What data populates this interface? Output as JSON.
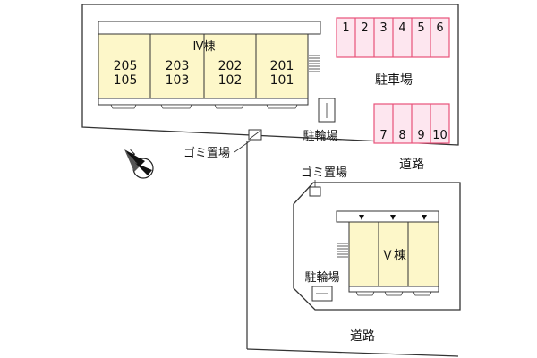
{
  "building_iv": {
    "label": "Ⅳ棟",
    "units": [
      {
        "upper": "205",
        "lower": "105"
      },
      {
        "upper": "203",
        "lower": "103"
      },
      {
        "upper": "202",
        "lower": "102"
      },
      {
        "upper": "201",
        "lower": "101"
      }
    ]
  },
  "building_v": {
    "label": "Ｖ棟"
  },
  "parking": {
    "label": "駐車場",
    "top_row": [
      "1",
      "2",
      "3",
      "4",
      "5",
      "6"
    ],
    "bottom_row": [
      "7",
      "8",
      "9",
      "10"
    ]
  },
  "labels": {
    "garbage_top": "ゴミ置場",
    "garbage_bottom": "ゴミ置場",
    "bicycle_top": "駐輪場",
    "bicycle_bottom": "駐輪場",
    "road_right": "道路",
    "road_bottom": "道路"
  },
  "compass": {
    "letter": "N"
  },
  "colors": {
    "building_fill": "#fdf7c9",
    "parking_fill": "#fde6ef",
    "parking_stroke": "#e8527a",
    "line": "#333333"
  }
}
